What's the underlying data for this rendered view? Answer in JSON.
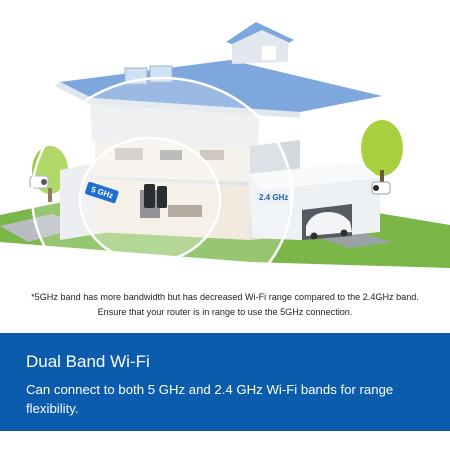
{
  "illustration": {
    "label_5ghz": "5 GHz",
    "label_24ghz": "2.4 GHz"
  },
  "footnote": {
    "line1": "*5GHz band has more bandwidth but has decreased Wi-Fi range compared to the 2.4GHz band.",
    "line2": "Ensure that your router is in range to use the 5GHz connection."
  },
  "banner": {
    "title": "Dual Band Wi-Fi",
    "body": "Can connect to both 5 GHz and 2.4 GHz Wi-Fi bands for range flexibility.",
    "color": "#0b5cad"
  }
}
